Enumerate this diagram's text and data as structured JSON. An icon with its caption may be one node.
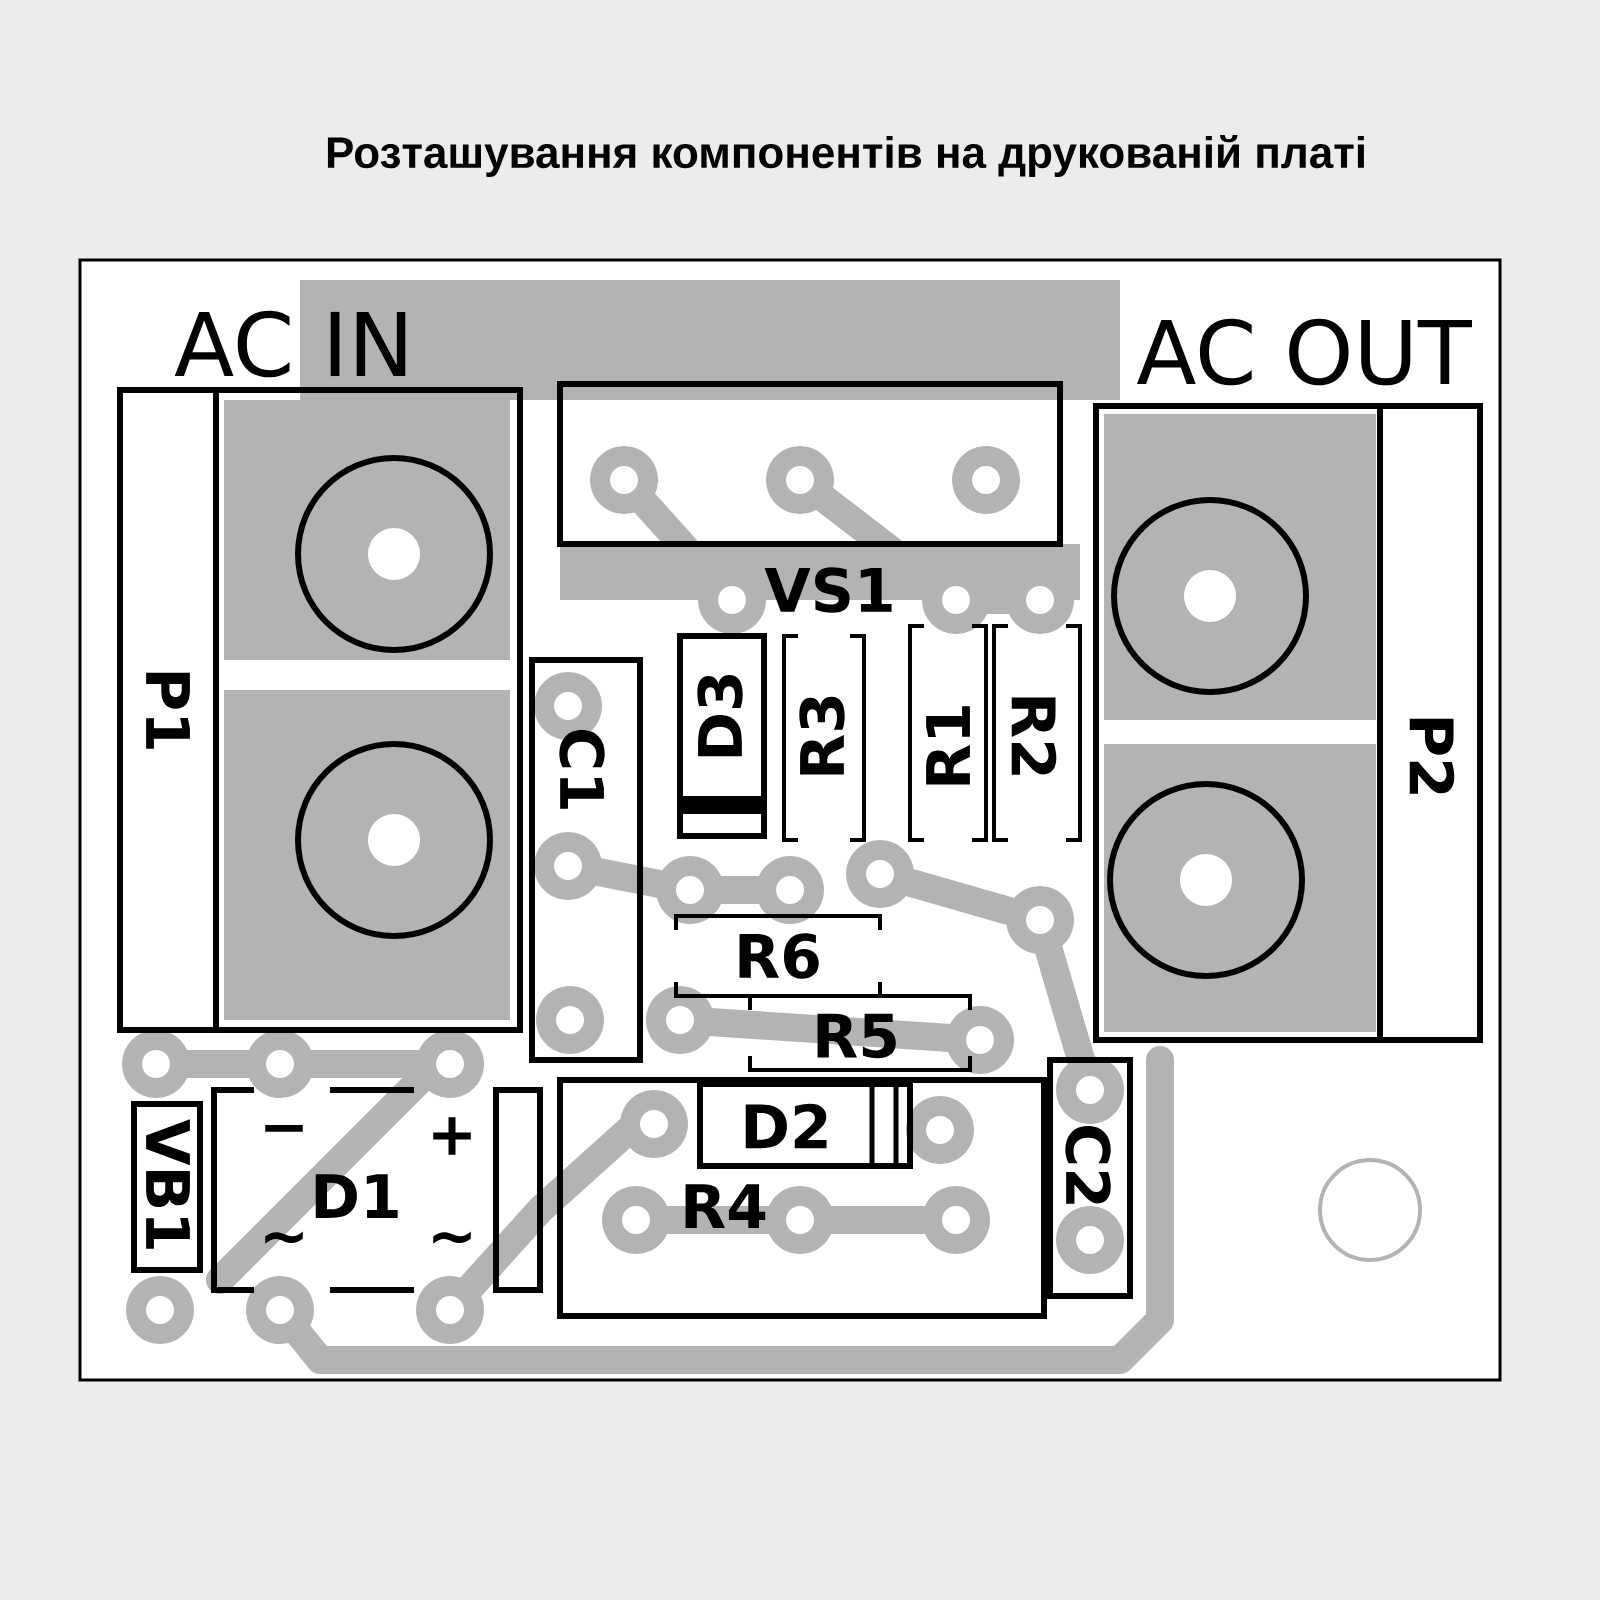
{
  "diagram": {
    "title": "Розташування компонентів на друкованій платі",
    "nodes": [
      {
        "text": [
          "P1"
        ]
      },
      {
        "text": [
          "VS1"
        ]
      },
      {
        "text": [
          "P2"
        ]
      },
      {
        "text": [
          "C1"
        ]
      },
      {
        "text": [
          "D3"
        ]
      },
      {
        "text": [
          "R3"
        ]
      },
      {
        "text": [
          "R1"
        ]
      },
      {
        "text": [
          "R2"
        ]
      },
      {
        "text": [
          "R6"
        ]
      },
      {
        "text": [
          "R5"
        ]
      },
      {
        "text": [
          "VB1"
        ]
      },
      {
        "text": [
          "−",
          "+",
          "D1",
          "~",
          "~"
        ]
      },
      {
        "text": [
          "R4"
        ]
      },
      {
        "text": [
          "D2"
        ],
        "in": 12
      },
      {
        "text": [
          "C2"
        ]
      }
    ],
    "labels": [
      "AC IN",
      "AC OUT"
    ]
  }
}
